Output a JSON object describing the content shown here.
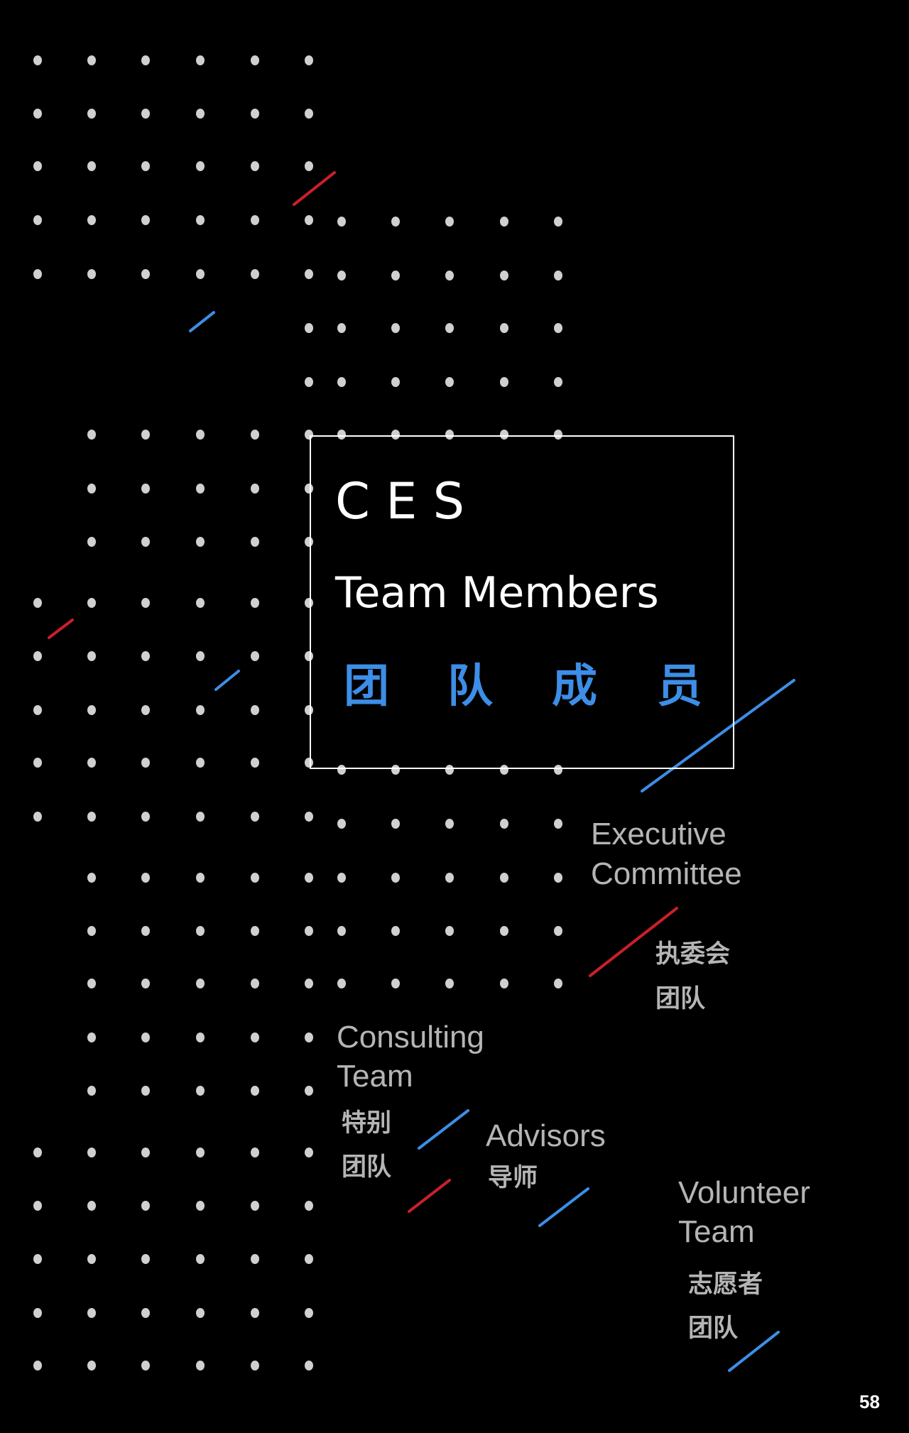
{
  "title": {
    "abbr": "C E S",
    "subtitle": "Team Members",
    "chinese_chars": [
      "团",
      "队",
      "成",
      "员"
    ]
  },
  "groups": [
    {
      "en_line1": "Executive",
      "en_line2": "Committee",
      "zh_line1": "执委会",
      "zh_line2": "团队"
    },
    {
      "en_line1": "Consulting",
      "en_line2": "Team",
      "zh_line1": "特别",
      "zh_line2": "团队"
    },
    {
      "en_line1": "Advisors",
      "zh_line1": "导师"
    },
    {
      "en_line1": "Volunteer",
      "en_line2": "Team",
      "zh_line1": "志愿者",
      "zh_line2": "团队"
    }
  ],
  "page_number": "58",
  "colors": {
    "background": "#000000",
    "accent_blue": "#3d8ee6",
    "accent_red": "#c8202a",
    "dot": "#d0d0d0",
    "label": "#b5b5b5"
  }
}
